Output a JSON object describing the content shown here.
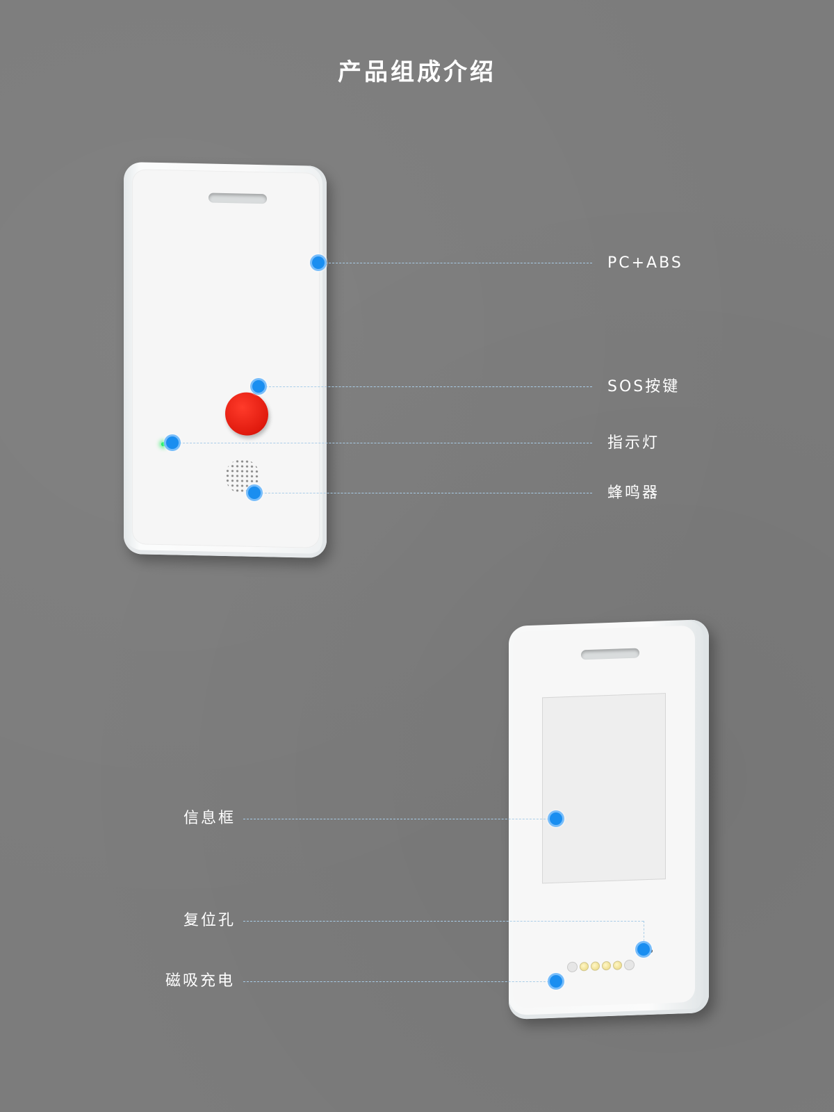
{
  "title": "产品组成介绍",
  "front_callouts": {
    "shell_material": "PC+ABS",
    "sos_button": "SOS按键",
    "indicator_light": "指示灯",
    "buzzer": "蜂鸣器"
  },
  "back_callouts": {
    "info_window": "信息框",
    "reset_hole": "复位孔",
    "magnetic_charging": "磁吸充电"
  },
  "colors": {
    "background": "#7c7c7c",
    "marker": "#1a8ef0",
    "sos_button": "#e01a0e",
    "indicator_led": "#1ef06a"
  }
}
